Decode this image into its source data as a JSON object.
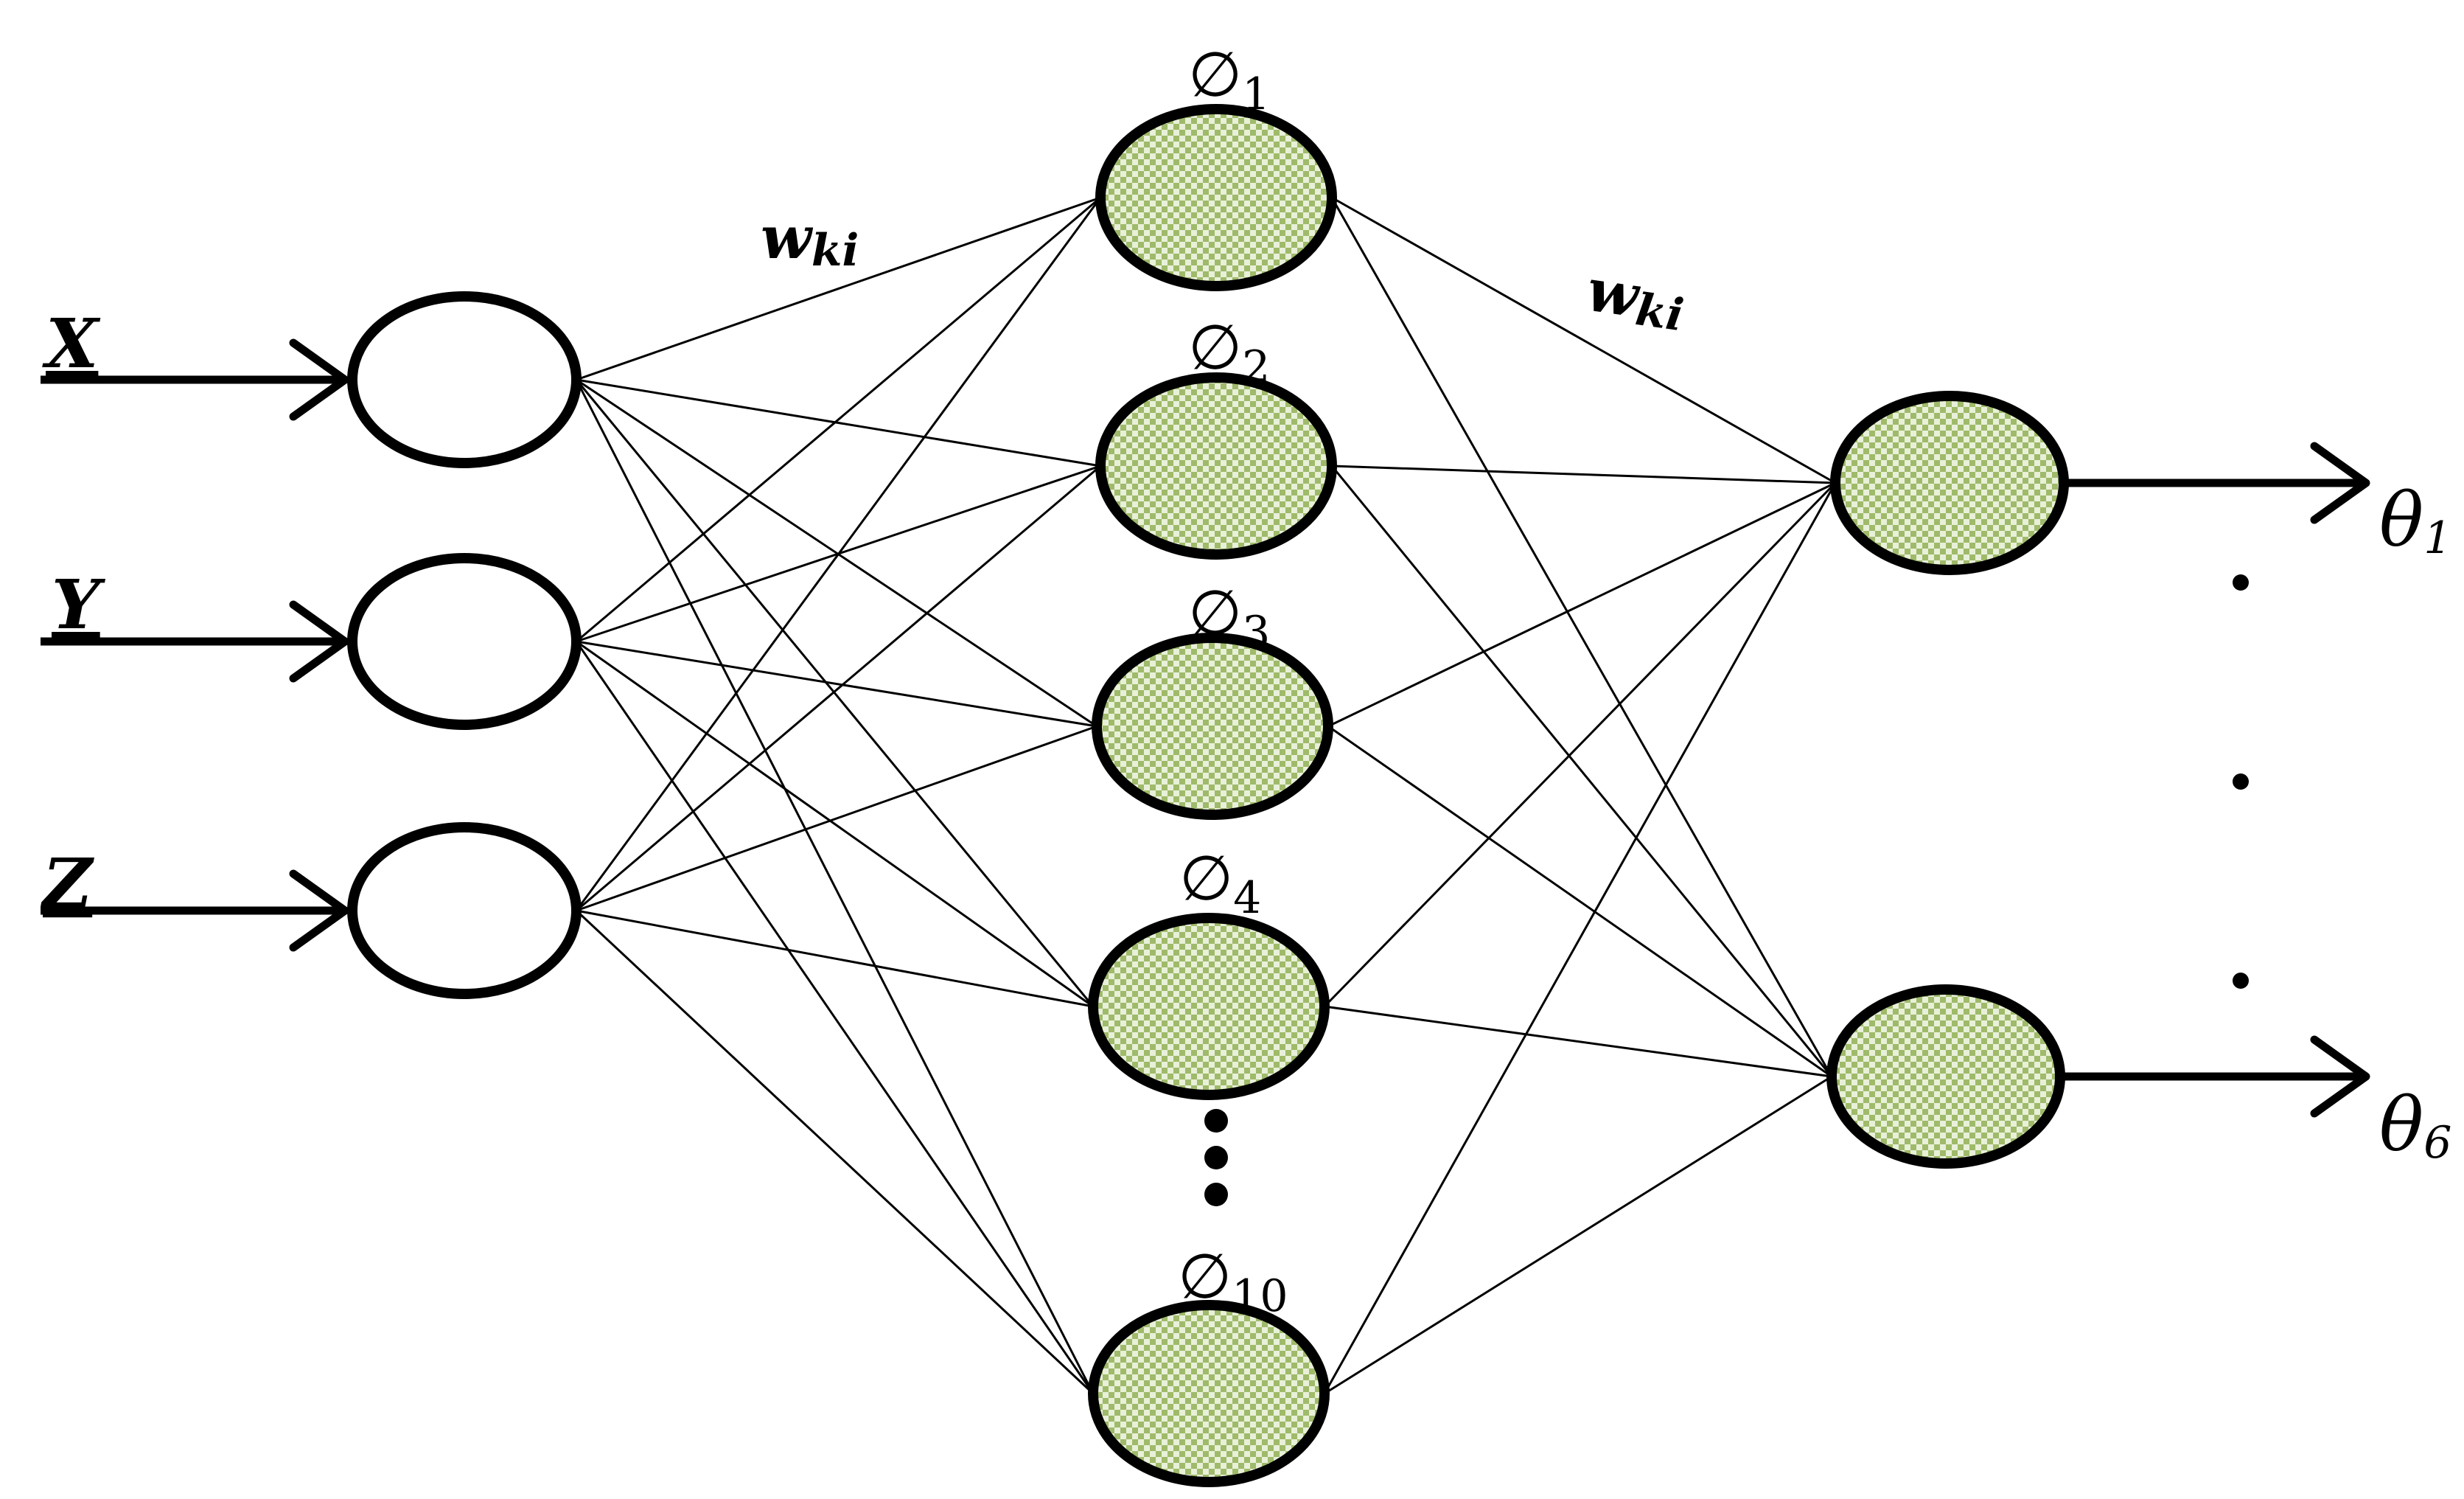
{
  "colors": {
    "stroke": "#000000",
    "hidden_fill_a": "#9fba6a",
    "hidden_fill_b": "#e8f0d8",
    "input_fill": "#ffffff"
  },
  "inputs": [
    {
      "label": "X"
    },
    {
      "label": "Y"
    },
    {
      "label": "Z"
    }
  ],
  "hidden": [
    {
      "symbol": "∅",
      "sub": "1"
    },
    {
      "symbol": "∅",
      "sub": "2"
    },
    {
      "symbol": "∅",
      "sub": "3"
    },
    {
      "symbol": "∅",
      "sub": "4"
    },
    {
      "symbol": "∅",
      "sub": "10"
    }
  ],
  "outputs": [
    {
      "symbol": "θ",
      "sub": "1"
    },
    {
      "symbol": "θ",
      "sub": "6"
    }
  ],
  "weights": {
    "input_to_hidden": {
      "main": "w",
      "sub": "ki"
    },
    "hidden_to_output": {
      "main": "w",
      "sub": "ki"
    }
  },
  "ellipsis": {
    "hidden_dots": 3,
    "output_dots": 3
  }
}
